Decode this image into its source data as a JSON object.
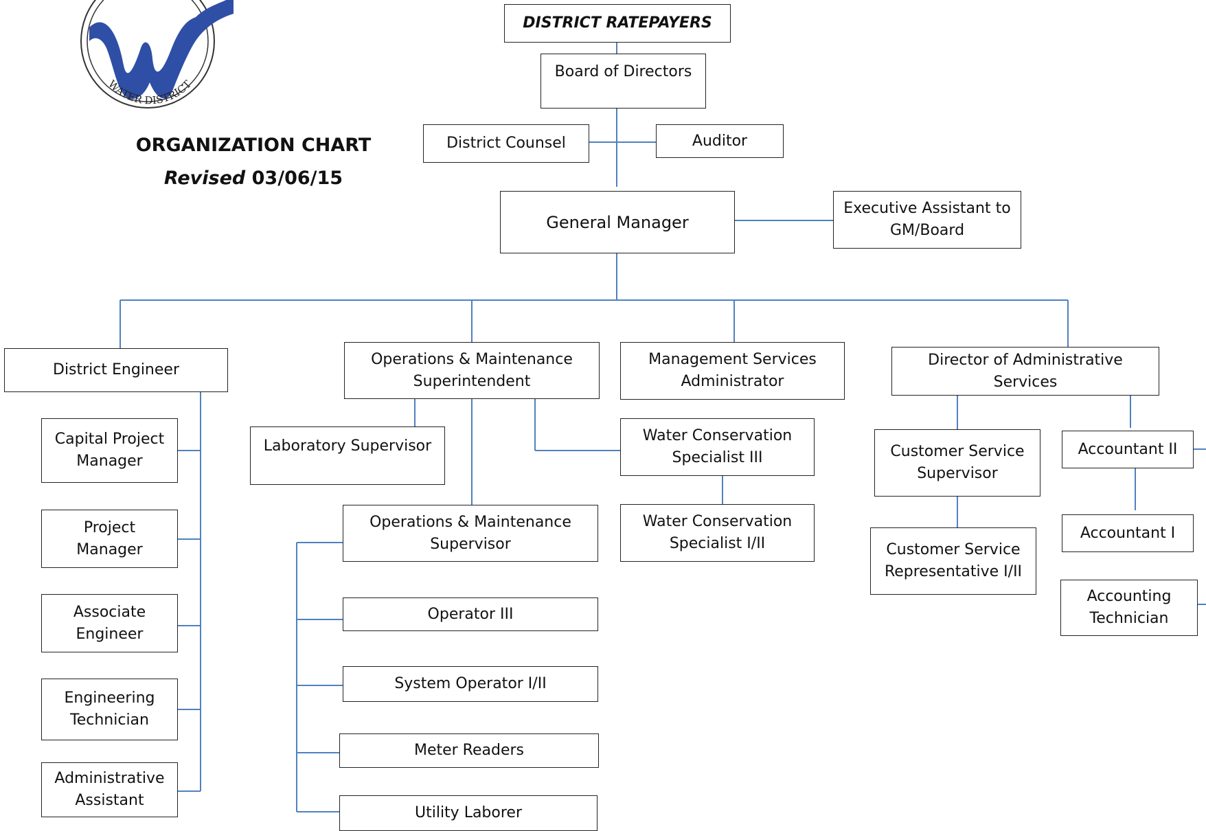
{
  "header": {
    "logo_text": "WATER DISTRICT",
    "title": "ORGANIZATION CHART",
    "revised_label": "Revised",
    "revised_date": "03/06/15"
  },
  "boxes": {
    "ratepayers": "DISTRICT RATEPAYERS",
    "board": "Board of Directors",
    "counsel": "District Counsel",
    "auditor": "Auditor",
    "gm": "General Manager",
    "exec_assistant": "Executive Assistant to GM/Board",
    "district_engineer": "District Engineer",
    "om_superintendent": "Operations & Maintenance Superintendent",
    "mgmt_services": "Management Services Administrator",
    "dir_admin": "Director of Administrative Services",
    "capital_pm": "Capital Project Manager",
    "project_manager": "Project Manager",
    "associate_engineer": "Associate Engineer",
    "engineering_tech": "Engineering Technician",
    "admin_assistant": "Administrative Assistant",
    "lab_supervisor": "Laboratory Supervisor",
    "om_supervisor": "Operations & Maintenance Supervisor",
    "operator_iii": "Operator III",
    "system_operator": "System Operator I/II",
    "meter_readers": "Meter Readers",
    "utility_laborer": "Utility Laborer",
    "wc_specialist_iii": "Water Conservation Specialist III",
    "wc_specialist_i_ii": "Water Conservation Specialist I/II",
    "cs_supervisor": "Customer Service Supervisor",
    "cs_rep": "Customer Service Representative I/II",
    "accountant_ii": "Accountant II",
    "accountant_i": "Accountant I",
    "accounting_tech": "Accounting Technician"
  },
  "colors": {
    "connector": "#4f81bd",
    "logo_blue": "#2f4fa6",
    "box_border": "#222222"
  }
}
